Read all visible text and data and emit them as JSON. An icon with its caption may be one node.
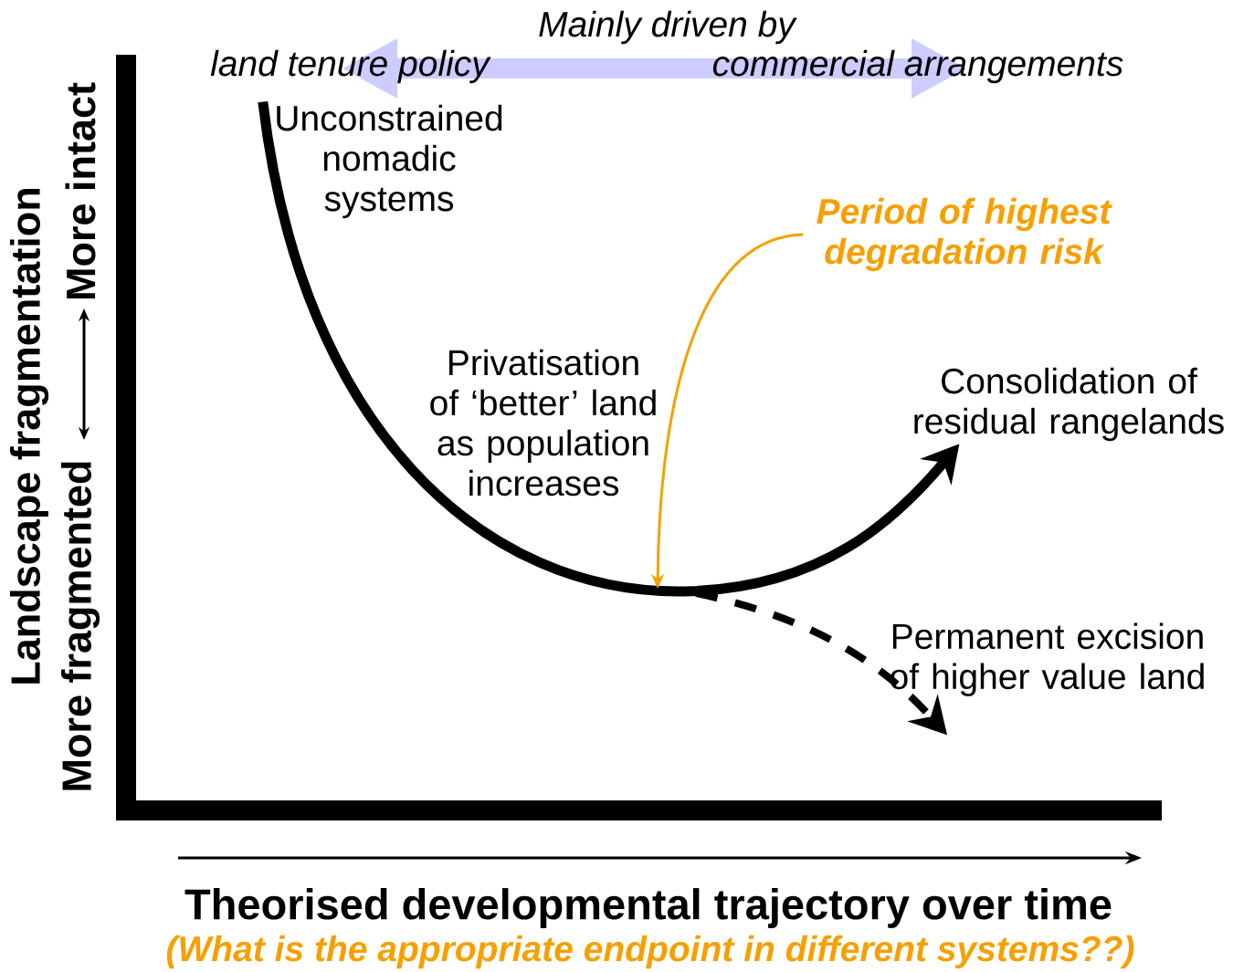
{
  "diagram": {
    "nodes": [
      {
        "text": [
          "Unconstrained nomadic systems"
        ]
      },
      {
        "text": [
          "Privatisation of ‘better’ land as population increases"
        ]
      },
      {
        "text": [
          "Period of highest degradation risk"
        ]
      },
      {
        "text": [
          "Consolidation of residual rangelands"
        ]
      },
      {
        "text": [
          "Permanent excision of higher value land"
        ]
      }
    ],
    "edges": [
      {
        "from": 0,
        "to": 3,
        "arrow": "to"
      },
      {
        "from": null,
        "to": 4,
        "arrow": "to",
        "style": "dashed"
      },
      {
        "from": 2,
        "to": null,
        "arrow": "to",
        "color": "#f5a000"
      }
    ],
    "labels": [
      "Mainly driven by",
      "land tenure policy",
      "commercial arrangements",
      "Landscape fragmentation",
      "More intact",
      "More fragmented",
      "Theorised developmental trajectory over time",
      "(What is the appropriate endpoint in different systems??)"
    ]
  }
}
